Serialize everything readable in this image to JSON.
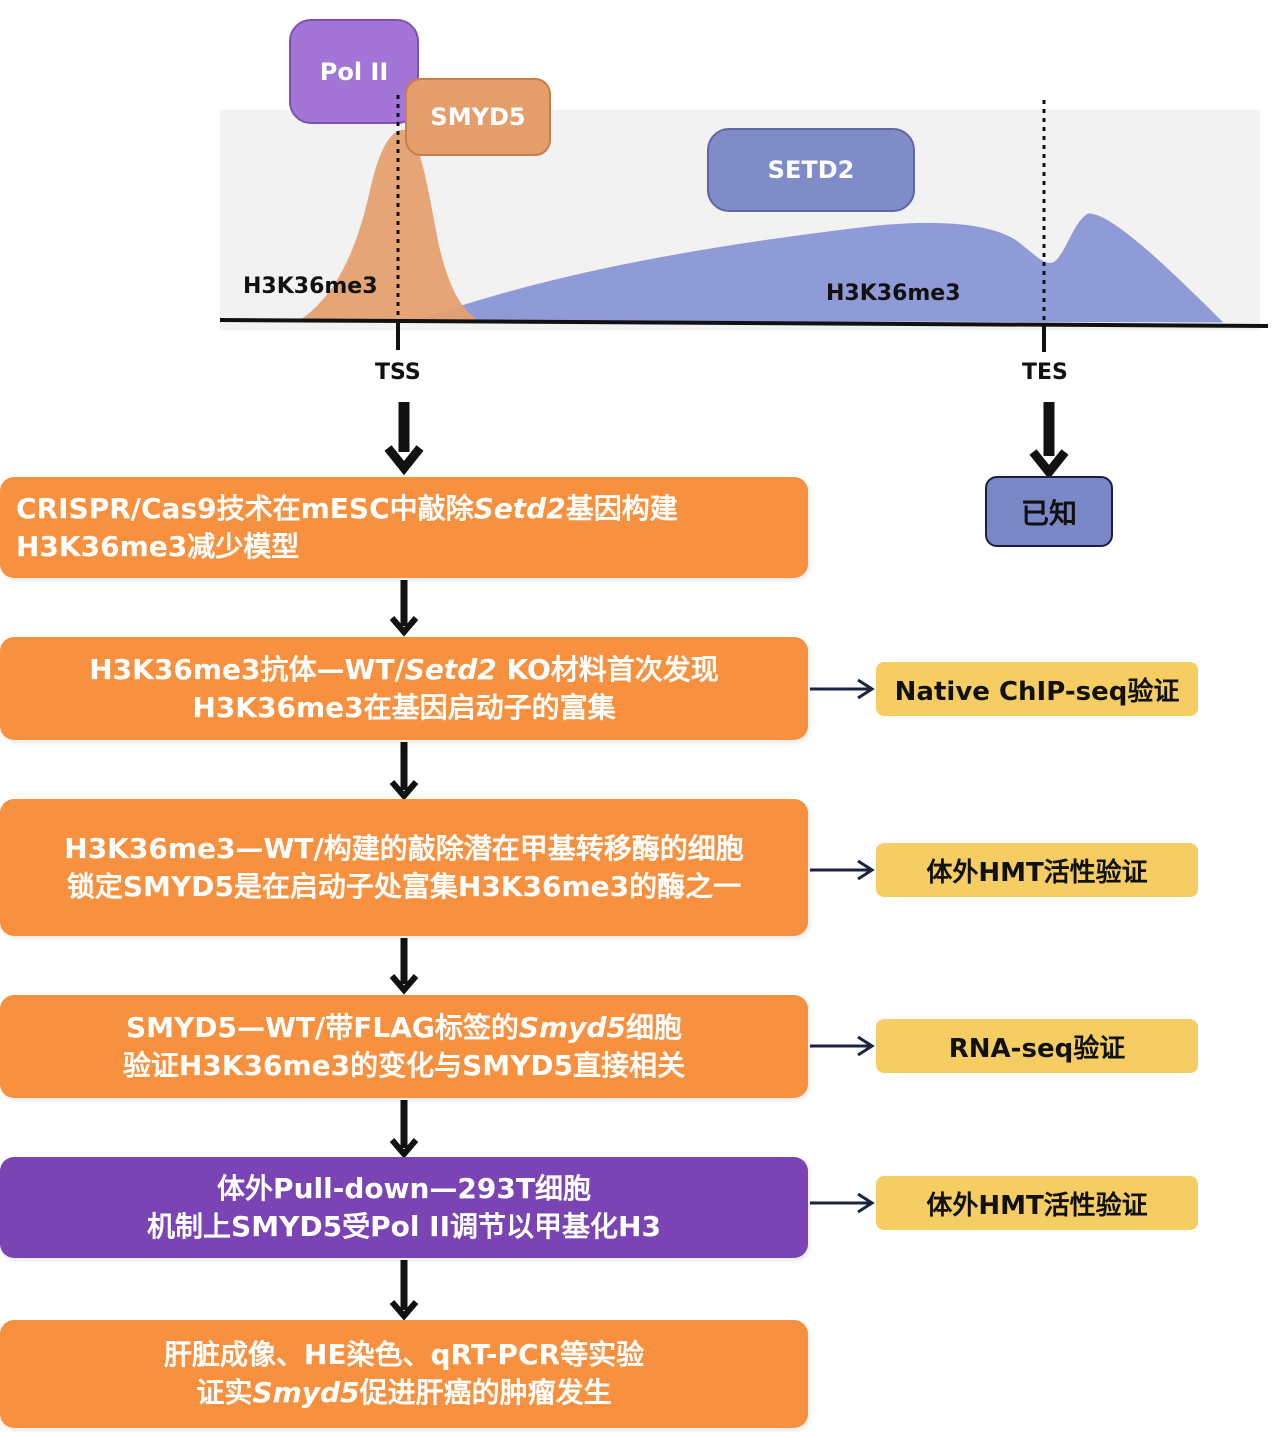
{
  "diagram": {
    "labels": {
      "pol2": "Pol II",
      "smyd5": "SMYD5",
      "setd2": "SETD2",
      "h3k36me3_left": "H3K36me3",
      "h3k36me3_right": "H3K36me3",
      "tss": "TSS",
      "tes": "TES",
      "known": "已知"
    },
    "colors": {
      "pol2": "#a275d6",
      "smyd5": "#e49e6b",
      "setd2": "#7f8cc8",
      "peak_orange": "#e5a070",
      "body_blue": "#8f9bd6",
      "step_orange": "#f7913f",
      "step_purple": "#7a44b5",
      "side_yellow": "#f6cd62"
    }
  },
  "steps": [
    {
      "line1_a": "CRISPR/Cas9技术在mESC中敲除",
      "line1_i": "Setd2",
      "line1_b": "基因构建",
      "line2": "H3K36me3减少模型"
    },
    {
      "line1_a": "H3K36me3抗体—WT/",
      "line1_i": "Setd2",
      "line1_b": " KO材料首次发现",
      "line2": "H3K36me3在基因启动子的富集"
    },
    {
      "line1": "H3K36me3—WT/构建的敲除潜在甲基转移酶的细胞",
      "line2": "锁定SMYD5是在启动子处富集H3K36me3的酶之一"
    },
    {
      "line1_a": "SMYD5—WT/带FLAG标签的",
      "line1_i": "Smyd5",
      "line1_b": "细胞",
      "line2": "验证H3K36me3的变化与SMYD5直接相关"
    },
    {
      "line1": "体外Pull-down—293T细胞",
      "line2": "机制上SMYD5受Pol II调节以甲基化H3"
    },
    {
      "line1": "肝脏成像、HE染色、qRT-PCR等实验",
      "line2_a": "证实",
      "line2_i": "Smyd5",
      "line2_b": "促进肝癌的肿瘤发生"
    }
  ],
  "validations": [
    "Native ChIP-seq验证",
    "体外HMT活性验证",
    "RNA-seq验证",
    "体外HMT活性验证"
  ]
}
